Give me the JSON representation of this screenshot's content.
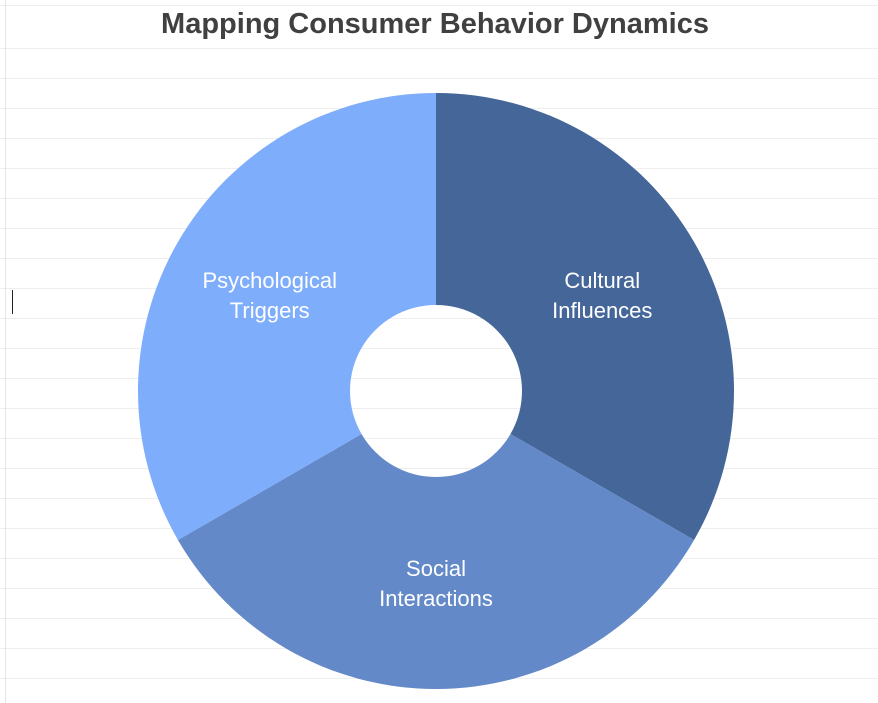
{
  "chart_data": {
    "type": "pie",
    "title": "Mapping Consumer Behavior Dynamics",
    "categories": [
      "Cultural Influences",
      "Social Interactions",
      "Psychological Triggers"
    ],
    "label_lines": [
      [
        "Cultural",
        "Influences"
      ],
      [
        "Social",
        "Interactions"
      ],
      [
        "Psychological",
        "Triggers"
      ]
    ],
    "values": [
      33.3,
      33.3,
      33.3
    ],
    "colors": [
      "#456699",
      "#6389c9",
      "#7eadfb"
    ],
    "donut": true,
    "legend": "none"
  }
}
